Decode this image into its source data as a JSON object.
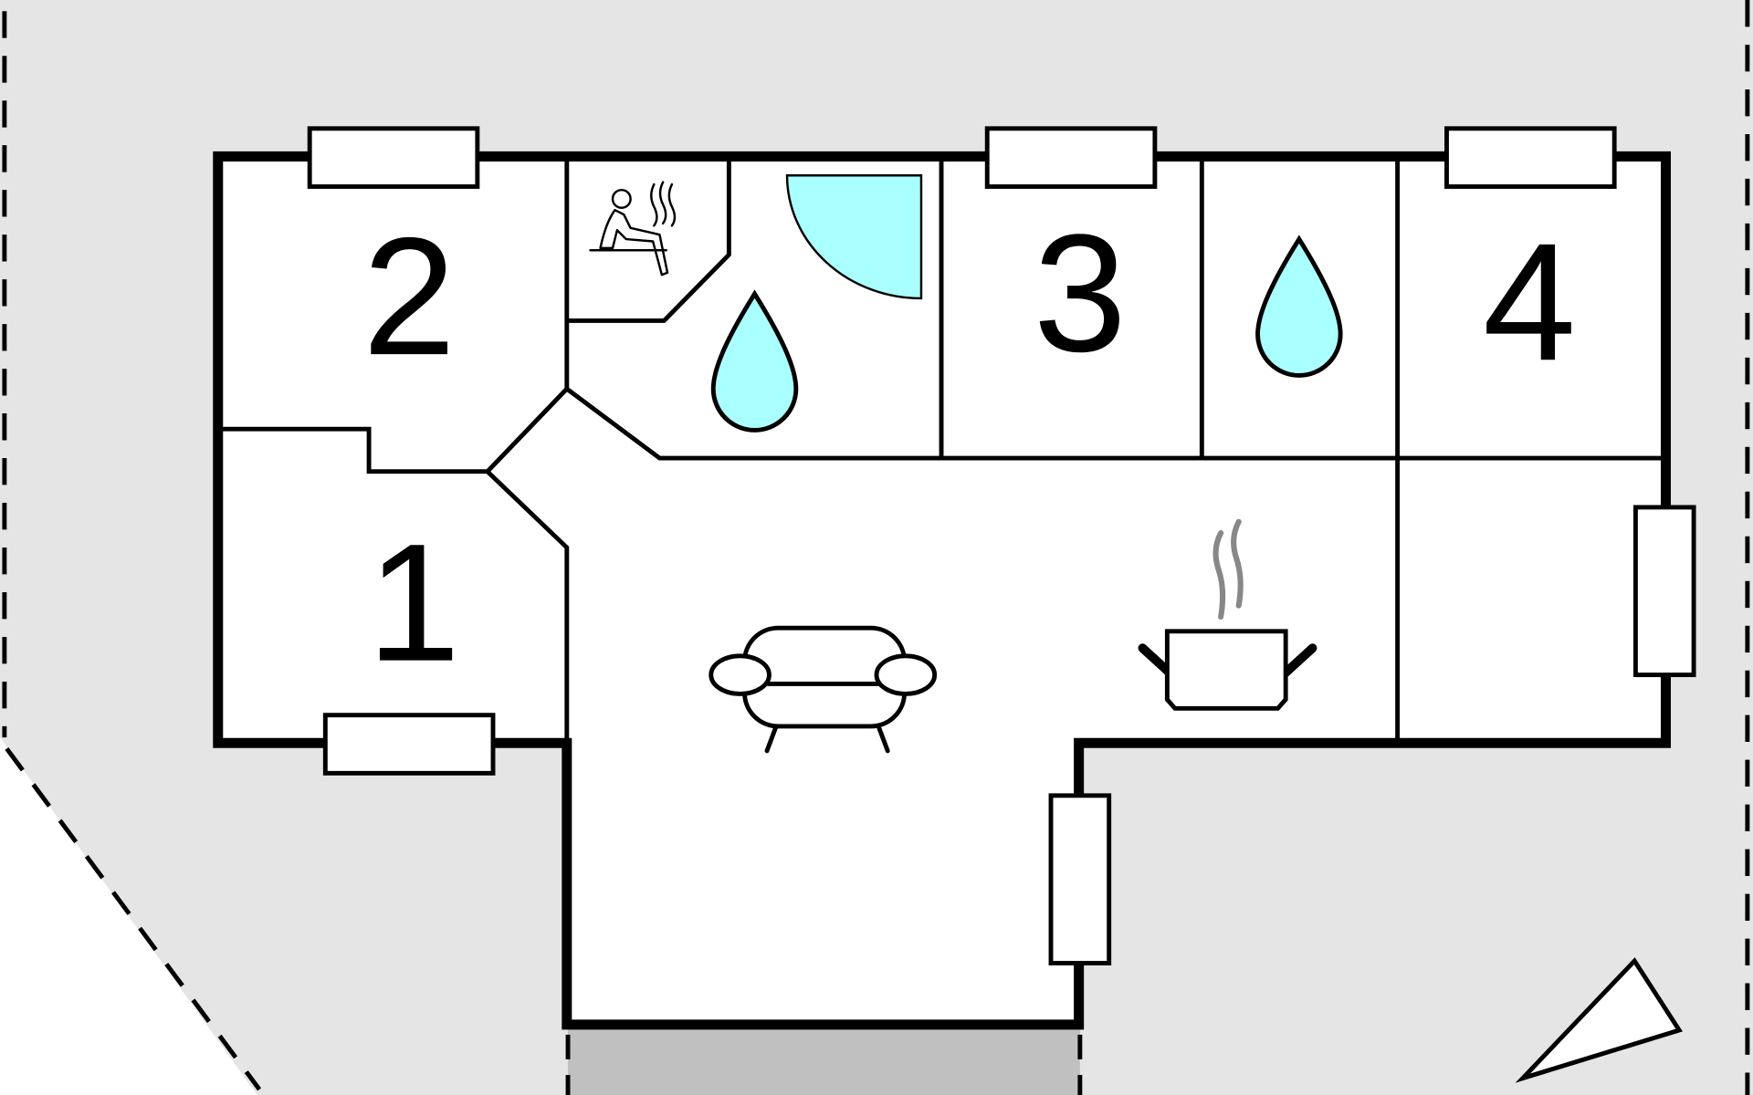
{
  "floorplan": {
    "rooms": [
      {
        "id": "room-1",
        "label": "1"
      },
      {
        "id": "room-2",
        "label": "2"
      },
      {
        "id": "room-3",
        "label": "3"
      },
      {
        "id": "room-4",
        "label": "4"
      }
    ],
    "icons": [
      {
        "id": "sauna",
        "icon": "sauna-icon"
      },
      {
        "id": "bathroom-1",
        "icon": "water-drop-icon"
      },
      {
        "id": "bathroom-2",
        "icon": "water-drop-icon"
      },
      {
        "id": "living-room",
        "icon": "sofa-icon"
      },
      {
        "id": "kitchen",
        "icon": "cooking-pot-icon"
      },
      {
        "id": "shower",
        "icon": "shower-quarter-circle-icon"
      },
      {
        "id": "north-arrow",
        "icon": "north-arrow-icon"
      }
    ],
    "colors": {
      "background": "#e5e5e5",
      "floor": "#ffffff",
      "wall": "#000000",
      "water": "#aaffff",
      "terrace": "#c0c0c0",
      "steam": "#888888"
    }
  }
}
